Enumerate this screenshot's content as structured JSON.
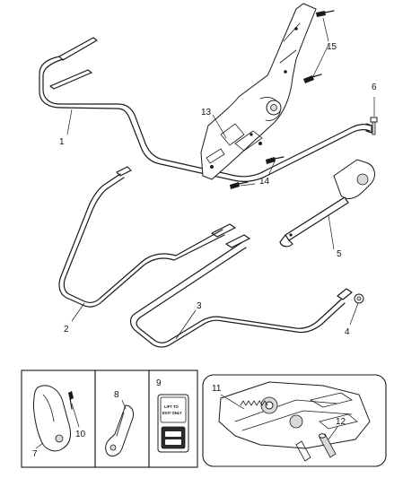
{
  "callouts": {
    "c1": "1",
    "c2": "2",
    "c3": "3",
    "c4": "4",
    "c5": "5",
    "c6": "6",
    "c7": "7",
    "c8": "8",
    "c9": "9",
    "c10": "10",
    "c11": "11",
    "c12": "12",
    "c13": "13",
    "c14": "14",
    "c15": "15"
  },
  "placard": {
    "line1": "LIFT TO",
    "line2": "EXIT ONLY"
  }
}
